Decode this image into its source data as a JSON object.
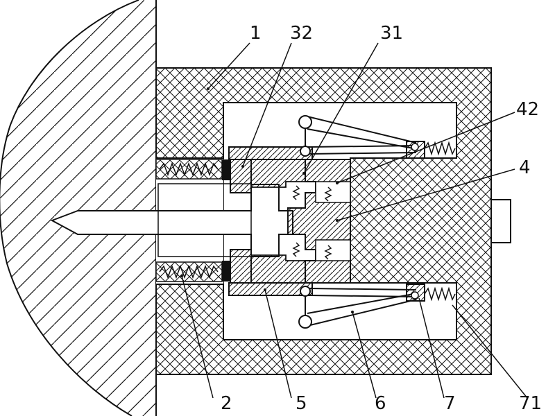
{
  "labels": {
    "l1": "1",
    "l32": "32",
    "l31": "31",
    "l42": "42",
    "l4": "4",
    "l2": "2",
    "l5": "5",
    "l6": "6",
    "l7": "7",
    "l71": "71"
  },
  "colors": {
    "ink": "#111111",
    "paper": "#ffffff"
  }
}
